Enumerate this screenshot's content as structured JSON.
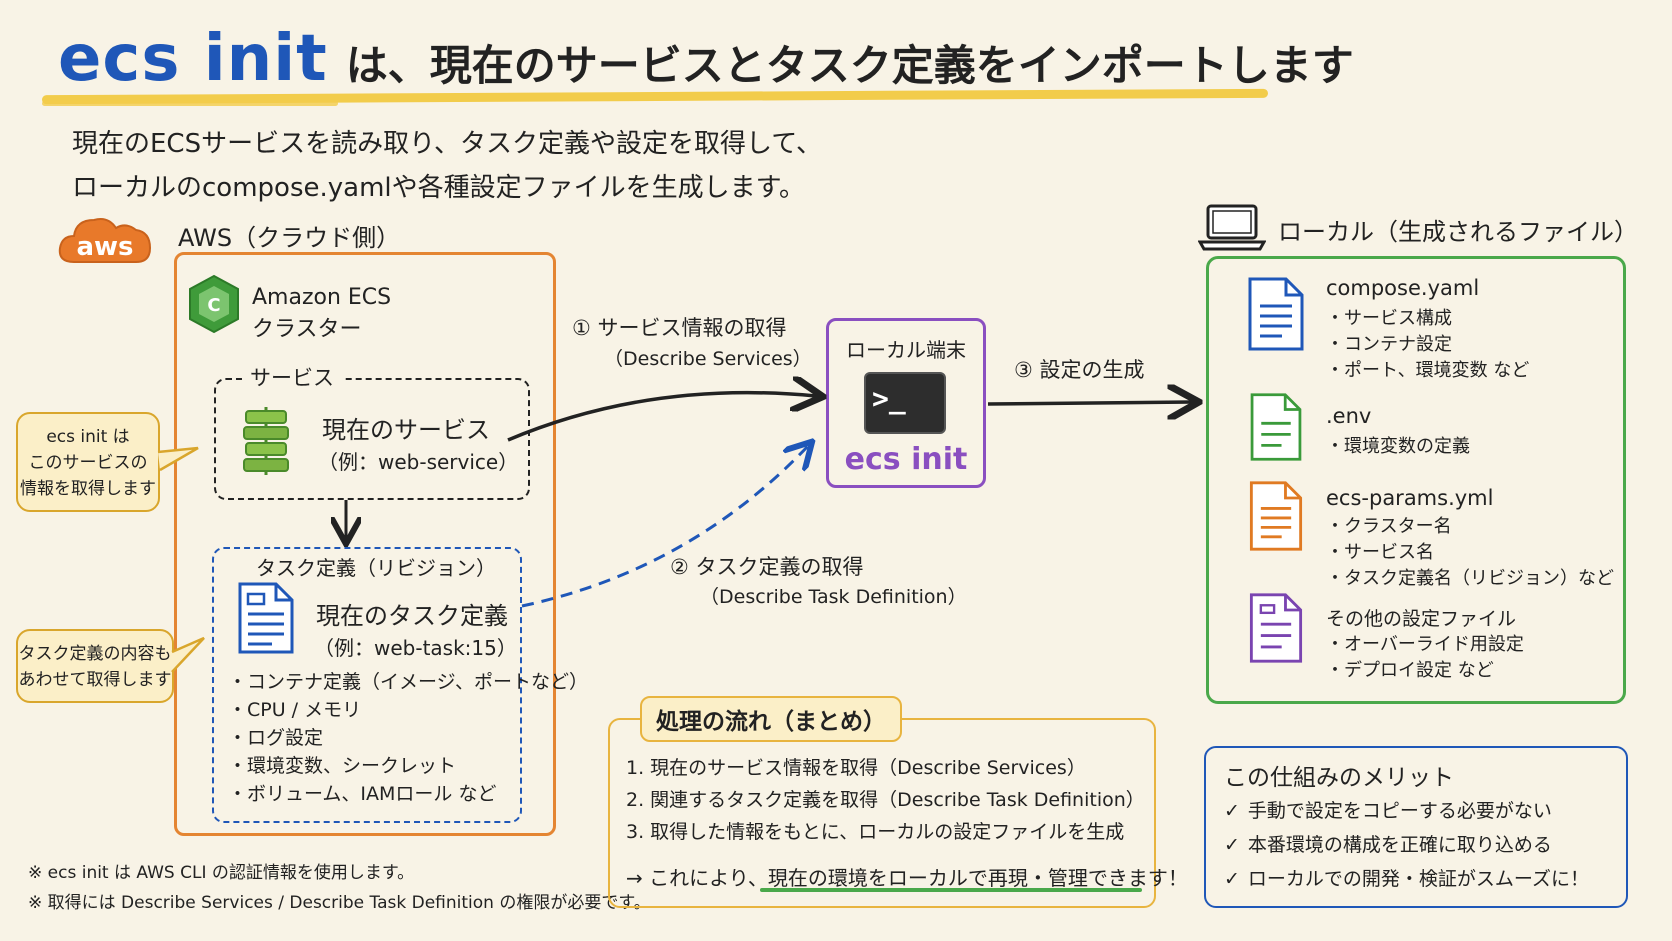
{
  "title": {
    "command": "ecs init",
    "rest": "は、現在のサービスとタスク定義をインポートします"
  },
  "description": {
    "line1": "現在のECSサービスを読み取り、タスク定義や設定を取得して、",
    "line2": "ローカルのcompose.yamlや各種設定ファイルを生成します。"
  },
  "aws": {
    "logo_text": "aws",
    "label": "AWS（クラウド側）",
    "ecs_line1": "Amazon ECS",
    "ecs_line2": "クラスター",
    "service": {
      "legend": "サービス",
      "name": "現在のサービス",
      "example": "（例：web-service）"
    },
    "task": {
      "legend": "タスク定義（リビジョン）",
      "name": "現在のタスク定義",
      "example": "（例：web-task:15）",
      "items": [
        "・コンテナ定義（イメージ、ポートなど）",
        "・CPU / メモリ",
        "・ログ設定",
        "・環境変数、シークレット",
        "・ボリューム、IAMロール など"
      ]
    },
    "bubble1": [
      "ecs init は",
      "このサービスの",
      "情報を取得します"
    ],
    "bubble2": [
      "タスク定義の内容も",
      "あわせて取得します"
    ]
  },
  "notes": [
    "※ ecs init は AWS CLI の認証情報を使用します。",
    "※ 取得には Describe Services / Describe Task Definition の権限が必要です。"
  ],
  "terminal": {
    "title": "ローカル端末",
    "prompt": ">_",
    "command": "ecs init"
  },
  "steps": {
    "s1": "① サービス情報の取得",
    "s1_sub": "（Describe Services）",
    "s2": "② タスク定義の取得",
    "s2_sub": "（Describe Task Definition）",
    "s3": "③ 設定の生成"
  },
  "summary": {
    "title": "処理の流れ（まとめ）",
    "items": [
      "1. 現在のサービス情報を取得（Describe Services）",
      "2. 関連するタスク定義を取得（Describe Task Definition）",
      "3. 取得した情報をもとに、ローカルの設定ファイルを生成"
    ],
    "result_prefix": "→ これにより、",
    "result_highlight": "現在の環境をローカルで再現・管理できます！"
  },
  "local": {
    "label": "ローカル（生成されるファイル）",
    "files": [
      {
        "name": "compose.yaml",
        "items": [
          "・サービス構成",
          "・コンテナ設定",
          "・ポート、環境変数 など"
        ],
        "color": "#1f57b8"
      },
      {
        "name": ".env",
        "items": [
          "・環境変数の定義"
        ],
        "color": "#3a9a3a"
      },
      {
        "name": "ecs-params.yml",
        "items": [
          "・クラスター名",
          "・サービス名",
          "・タスク定義名（リビジョン）など"
        ],
        "color": "#e07a22"
      },
      {
        "name": "その他の設定ファイル",
        "items": [
          "・オーバーライド用設定",
          "・デプロイ設定 など"
        ],
        "color": "#7a44b0"
      }
    ]
  },
  "merits": {
    "title": "この仕組みのメリット",
    "check": "✓",
    "items": [
      "手動で設定をコピーする必要がない",
      "本番環境の構成を正確に取り込める",
      "ローカルでの開発・検証がスムーズに！"
    ]
  }
}
